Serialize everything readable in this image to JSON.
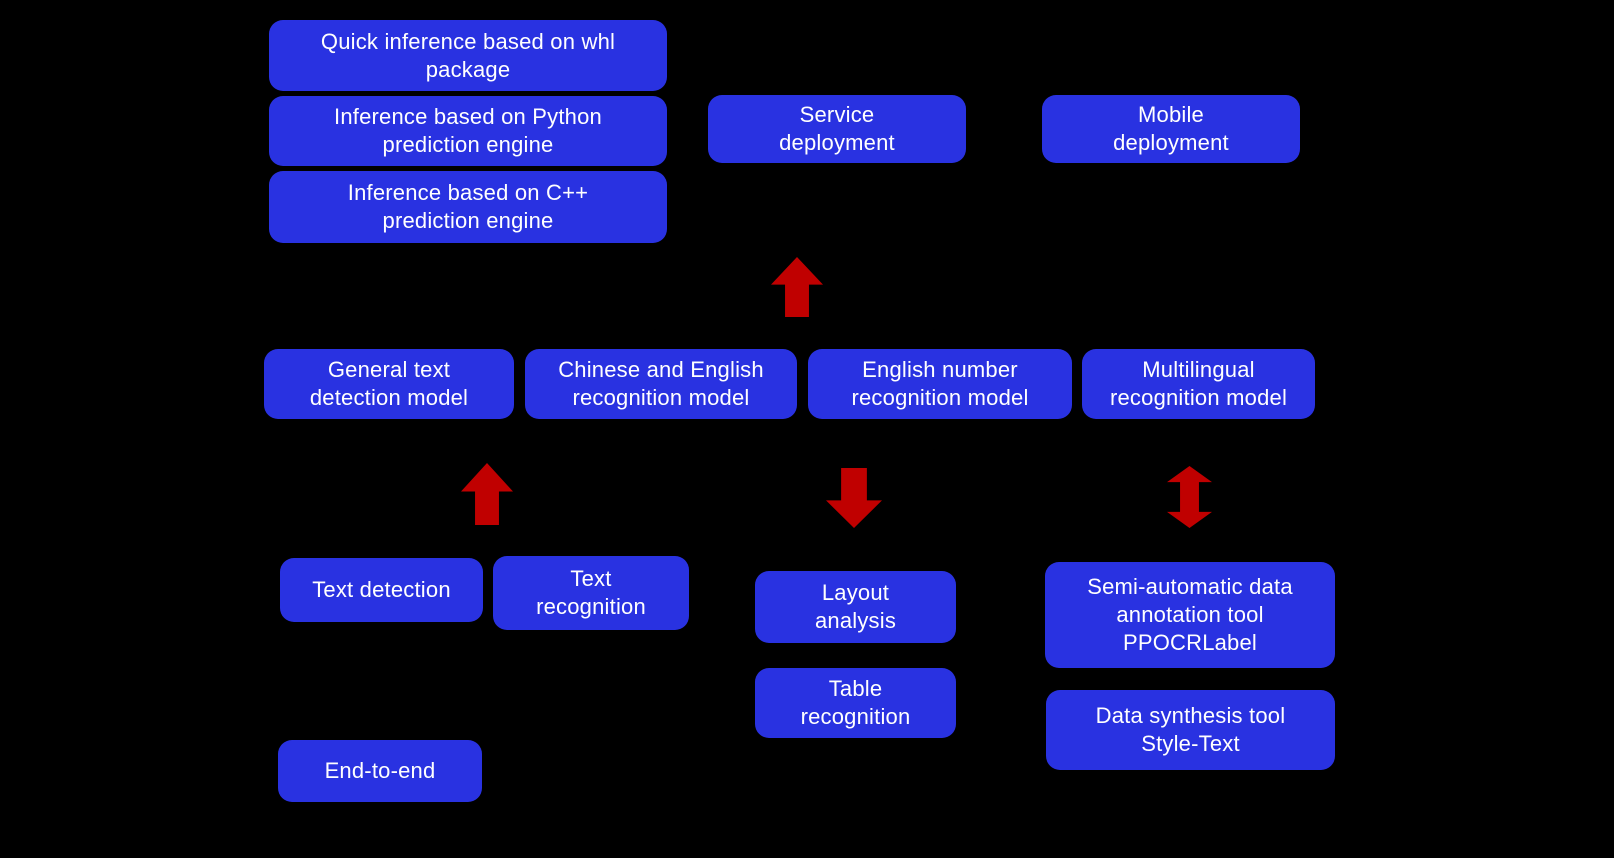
{
  "colors": {
    "background": "#000000",
    "box_blue": "#2932E1",
    "arrow_red": "#C00000",
    "text_white": "#FFFFFF"
  },
  "nodes": {
    "quick_inference": "Quick inference based on whl\npackage",
    "python_engine": "Inference based on Python\nprediction engine",
    "cpp_engine": "Inference based on C++\nprediction engine",
    "service_deployment": "Service\ndeployment",
    "mobile_deployment": "Mobile\ndeployment",
    "general_text_detection": "General text\ndetection model",
    "chinese_english_recognition": "Chinese and English\nrecognition model",
    "english_number_recognition": "English number\nrecognition model",
    "multilingual_recognition": "Multilingual\nrecognition model",
    "text_detection": "Text detection",
    "text_recognition": "Text\nrecognition",
    "layout_analysis": "Layout\nanalysis",
    "table_recognition": "Table\nrecognition",
    "semi_automatic_annotation": "Semi-automatic data\nannotation tool\nPPOCRLabel",
    "data_synthesis": "Data synthesis tool\nStyle-Text",
    "end_to_end": "End-to-end"
  },
  "arrows": {
    "service": "arrow-up-icon",
    "detection": "arrow-up-icon",
    "layout": "arrow-down-icon",
    "annotation": "arrow-up-down-icon"
  }
}
